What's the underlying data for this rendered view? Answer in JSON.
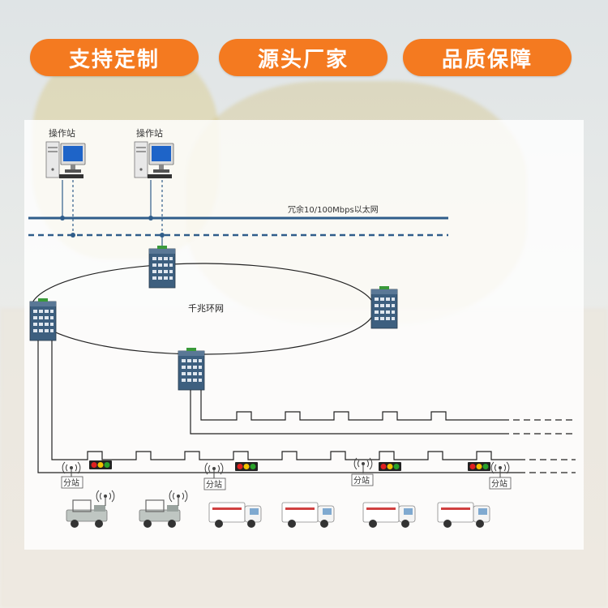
{
  "badges": [
    "支持定制",
    "源头厂家",
    "品质保障"
  ],
  "diagram": {
    "workstation_label": "操作站",
    "ethernet_label": "冗余10/100Mbps以太网",
    "ring_label": "千兆环网",
    "substation_label": "分站"
  },
  "colors": {
    "badge": "#f47a20",
    "bus_line": "#2f5d8a",
    "switch_body": "#3d5f7f",
    "light_red": "#e02020",
    "light_yellow": "#f2c200",
    "light_green": "#2aa12a"
  }
}
